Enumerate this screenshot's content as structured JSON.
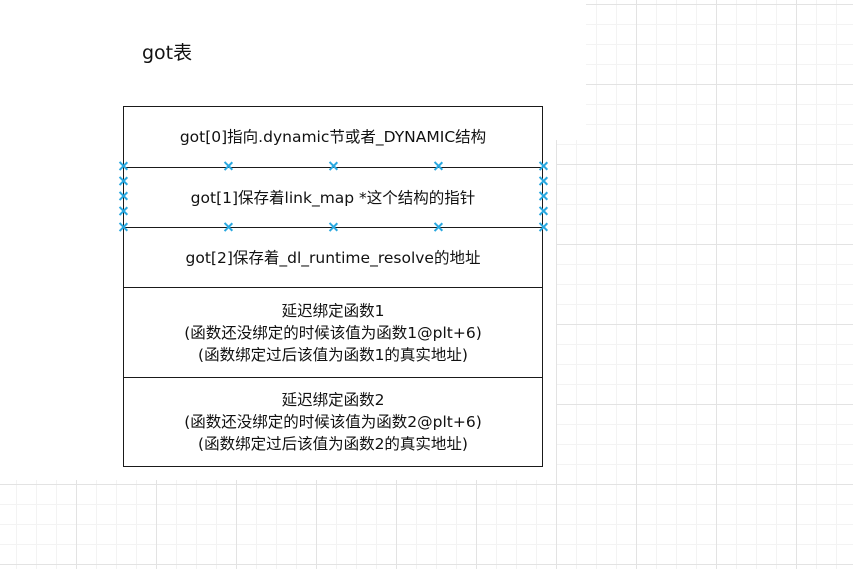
{
  "title": "got表",
  "rows": [
    {
      "lines": [
        "got[0]指向.dynamic节或者_DYNAMIC结构"
      ]
    },
    {
      "lines": [
        "got[1]保存着link_map *这个结构的指针"
      ]
    },
    {
      "lines": [
        "got[2]保存着_dl_runtime_resolve的地址"
      ]
    },
    {
      "lines": [
        "延迟绑定函数1",
        "(函数还没绑定的时候该值为函数1@plt+6)",
        "(函数绑定过后该值为函数1的真实地址)"
      ]
    },
    {
      "lines": [
        "延迟绑定函数2",
        "(函数还没绑定的时候该值为函数2@plt+6)",
        "(函数绑定过后该值为函数2的真实地址)"
      ]
    }
  ],
  "selection": {
    "selected_row": 1,
    "color": "#29a8e0"
  },
  "colors": {
    "grid_major": "#e3e3e3",
    "grid_minor": "#f3f3f3",
    "border": "#1a1a1a"
  }
}
